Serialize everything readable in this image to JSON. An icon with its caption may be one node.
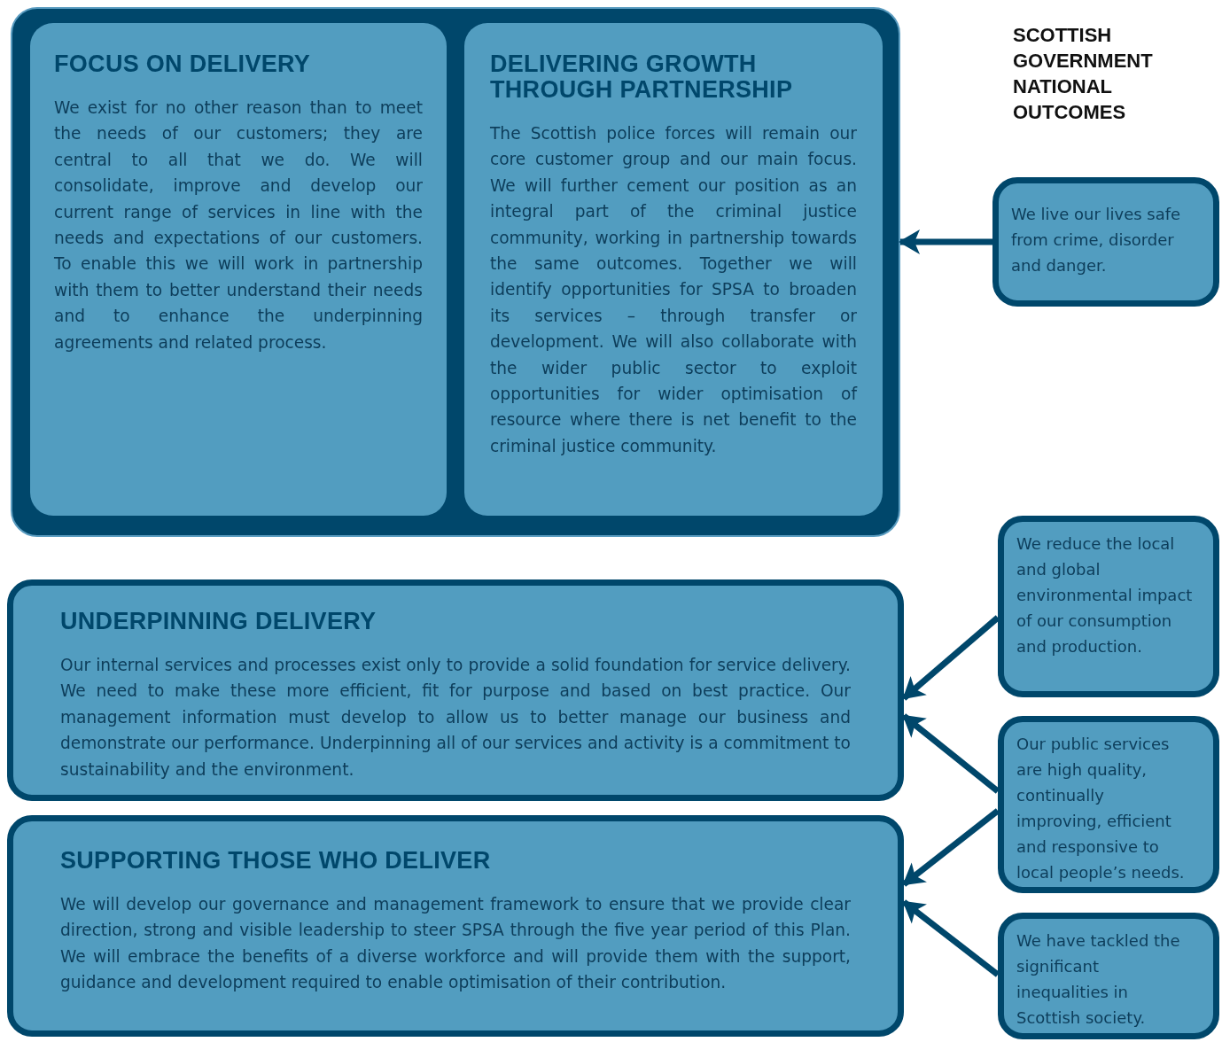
{
  "diagram": {
    "nodes": [
      {
        "text": [],
        "shape": "box"
      },
      {
        "text": [
          "FOCUS ON DELIVERY",
          "We exist for no other reason than to meet the needs of our customers; they are central to all that we do. We will consolidate, improve and develop our current range of services in line with the needs and expectations of our customers. To enable this we will work in partnership with them to better understand their needs and to enhance the underpinning agreements and related process."
        ],
        "in": 0
      },
      {
        "text": [
          "DELIVERING GROWTH THROUGH PARTNERSHIP",
          "The Scottish police forces will remain our core customer group and our main focus. We will further cement our position as an integral part of the criminal justice community, working in partnership towards the same outcomes. Together we will identify opportunities for SPSA to broaden its services – through transfer or development. We will also collaborate with the wider public sector to exploit opportunities for wider optimisation of resource where there is net benefit to the criminal justice community."
        ],
        "in": 0
      },
      {
        "text": [
          "We live our lives safe from crime, disorder and danger."
        ]
      },
      {
        "text": [
          "UNDERPINNING DELIVERY",
          "Our internal services and processes exist only to provide a solid foundation for service delivery. We need to make these more efficient, fit for purpose and based on best practice. Our management information must develop to allow us to better manage our business and demonstrate our performance. Underpinning all of our services and activity is a commitment to sustainability and the environment."
        ]
      },
      {
        "text": [
          "SUPPORTING THOSE WHO DELIVER",
          "We will develop our governance and management framework to ensure that we provide clear direction, strong and visible leadership to steer SPSA through the five year period of this Plan. We will embrace the benefits of a diverse workforce and will provide them with the support, guidance and development required to enable optimisation of their contribution."
        ]
      },
      {
        "text": [
          "We reduce the local and global environmental impact of our consumption and production."
        ]
      },
      {
        "text": [
          "Our public services are high quality, continually improving, efficient and responsive to local people’s needs."
        ]
      },
      {
        "text": [
          "We have tackled the significant inequalities in Scottish society."
        ]
      }
    ],
    "edges": [
      {
        "from": 3,
        "to": 0,
        "arrow": "to"
      },
      {
        "from": 6,
        "to": 4,
        "arrow": "to"
      },
      {
        "from": 7,
        "to": 4,
        "arrow": "to"
      },
      {
        "from": 7,
        "to": 5,
        "arrow": "to"
      },
      {
        "from": 8,
        "to": 5,
        "arrow": "to"
      }
    ],
    "labels": [
      "SCOTTISH GOVERNMENT NATIONAL OUTCOMES"
    ]
  }
}
